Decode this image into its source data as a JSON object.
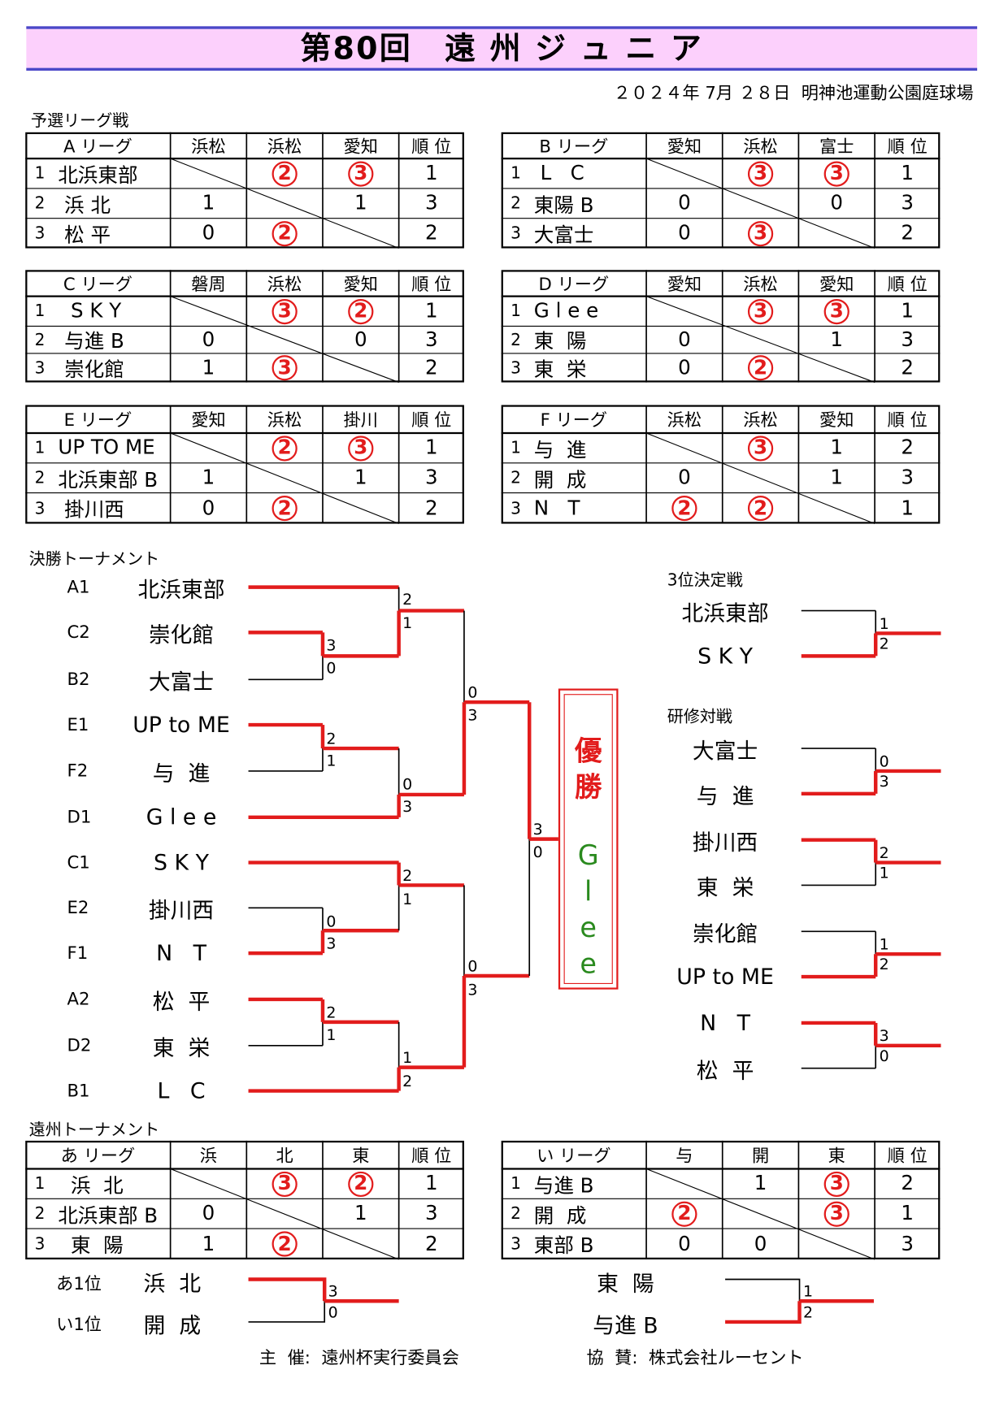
{
  "header": {
    "title": "第80回　遠 州 ジ ュ ニ ア",
    "date_venue": "２０２４年 7月 ２８日  明神池運動公園庭球場",
    "preliminary_label": "予選リーグ戦",
    "final_label": "決勝トーナメント",
    "enshu_label": "遠州トーナメント"
  },
  "leagues": [
    {
      "name": "A リーグ",
      "cols": [
        "浜松",
        "浜松",
        "愛知"
      ],
      "rank_label": "順 位",
      "rows": [
        {
          "no": "1",
          "team": "北浜東部",
          "cells": [
            "",
            "②",
            "③"
          ],
          "rank": "1"
        },
        {
          "no": "2",
          "team": " 浜 北",
          "cells": [
            "1",
            "",
            "1"
          ],
          "rank": "3"
        },
        {
          "no": "3",
          "team": " 松 平",
          "cells": [
            "0",
            "②",
            ""
          ],
          "rank": "2"
        }
      ]
    },
    {
      "name": "B リーグ",
      "cols": [
        "愛知",
        "浜松",
        "富士"
      ],
      "rank_label": "順 位",
      "rows": [
        {
          "no": "1",
          "team": " L   C",
          "cells": [
            "",
            "③",
            "③"
          ],
          "rank": "1"
        },
        {
          "no": "2",
          "team": "東陽 B",
          "cells": [
            "0",
            "",
            "0"
          ],
          "rank": "3"
        },
        {
          "no": "3",
          "team": "大富士",
          "cells": [
            "0",
            "③",
            ""
          ],
          "rank": "2"
        }
      ]
    },
    {
      "name": "C リーグ",
      "cols": [
        "磐周",
        "浜松",
        "愛知"
      ],
      "rank_label": "順 位",
      "rows": [
        {
          "no": "1",
          "team": "  S K Y",
          "cells": [
            "",
            "③",
            "②"
          ],
          "rank": "1"
        },
        {
          "no": "2",
          "team": " 与進 B",
          "cells": [
            "0",
            "",
            "0"
          ],
          "rank": "3"
        },
        {
          "no": "3",
          "team": " 崇化館",
          "cells": [
            "1",
            "③",
            ""
          ],
          "rank": "2"
        }
      ]
    },
    {
      "name": "D リーグ",
      "cols": [
        "愛知",
        "浜松",
        "愛知"
      ],
      "rank_label": "順 位",
      "rows": [
        {
          "no": "1",
          "team": "G l e e",
          "cells": [
            "",
            "③",
            "③"
          ],
          "rank": "1"
        },
        {
          "no": "2",
          "team": "東  陽",
          "cells": [
            "0",
            "",
            "1"
          ],
          "rank": "3"
        },
        {
          "no": "3",
          "team": "東  栄",
          "cells": [
            "0",
            "②",
            ""
          ],
          "rank": "2"
        }
      ]
    },
    {
      "name": "E リーグ",
      "cols": [
        "愛知",
        "浜松",
        "掛川"
      ],
      "rank_label": "順 位",
      "rows": [
        {
          "no": "1",
          "team": "UP TO ME",
          "cells": [
            "",
            "②",
            "③"
          ],
          "rank": "1"
        },
        {
          "no": "2",
          "team": "北浜東部 B",
          "cells": [
            "1",
            "",
            "1"
          ],
          "rank": "3"
        },
        {
          "no": "3",
          "team": " 掛川西",
          "cells": [
            "0",
            "②",
            ""
          ],
          "rank": "2"
        }
      ]
    },
    {
      "name": "F リーグ",
      "cols": [
        "浜松",
        "浜松",
        "愛知"
      ],
      "rank_label": "順 位",
      "rows": [
        {
          "no": "1",
          "team": "与  進",
          "cells": [
            "",
            "③",
            "1"
          ],
          "rank": "2"
        },
        {
          "no": "2",
          "team": "開  成",
          "cells": [
            "0",
            "",
            "1"
          ],
          "rank": "3"
        },
        {
          "no": "3",
          "team": "N   T",
          "cells": [
            "②",
            "②",
            ""
          ],
          "rank": "1"
        }
      ]
    },
    {
      "name": "あ リーグ",
      "cols": [
        "浜",
        "北",
        "東"
      ],
      "rank_label": "順 位",
      "rows": [
        {
          "no": "1",
          "team": "  浜  北",
          "cells": [
            "",
            "③",
            "②"
          ],
          "rank": "1"
        },
        {
          "no": "2",
          "team": "北浜東部 B",
          "cells": [
            "0",
            "",
            "1"
          ],
          "rank": "3"
        },
        {
          "no": "3",
          "team": "  東  陽",
          "cells": [
            "1",
            "②",
            ""
          ],
          "rank": "2"
        }
      ]
    },
    {
      "name": "い リーグ",
      "cols": [
        "与",
        "開",
        "東"
      ],
      "rank_label": "順 位",
      "rows": [
        {
          "no": "1",
          "team": "与進 B",
          "cells": [
            "",
            "1",
            "③"
          ],
          "rank": "2"
        },
        {
          "no": "2",
          "team": "開  成",
          "cells": [
            "②",
            "",
            "③"
          ],
          "rank": "1"
        },
        {
          "no": "3",
          "team": "東部 B",
          "cells": [
            "0",
            "0",
            ""
          ],
          "rank": "3"
        }
      ]
    }
  ],
  "bracket": {
    "entries": [
      {
        "seed": "A1",
        "team": "北浜東部"
      },
      {
        "seed": "C2",
        "team": "崇化館"
      },
      {
        "seed": "B2",
        "team": "大富士"
      },
      {
        "seed": "E1",
        "team": "UP to ME"
      },
      {
        "seed": "F2",
        "team": "与  進"
      },
      {
        "seed": "D1",
        "team": "G l e e"
      },
      {
        "seed": "C1",
        "team": "S K Y"
      },
      {
        "seed": "E2",
        "team": "掛川西"
      },
      {
        "seed": "F1",
        "team": "N   T"
      },
      {
        "seed": "A2",
        "team": "松  平"
      },
      {
        "seed": "D2",
        "team": "東  栄"
      },
      {
        "seed": "B1",
        "team": "L   C"
      }
    ],
    "scores": {
      "r1a": [
        "3",
        "0"
      ],
      "r2a": [
        "2",
        "1"
      ],
      "r1b": [
        "2",
        "1"
      ],
      "r2b": [
        "0",
        "3"
      ],
      "sf1": [
        "0",
        "3"
      ],
      "r1c": [
        "0",
        "3"
      ],
      "r2c": [
        "2",
        "1"
      ],
      "r1d": [
        "2",
        "1"
      ],
      "r2d": [
        "1",
        "2"
      ],
      "sf2": [
        "0",
        "3"
      ],
      "final": [
        "3",
        "0"
      ]
    },
    "champion_label": "優勝",
    "champion_team": [
      "G",
      "l",
      "e",
      "e"
    ]
  },
  "side": {
    "third_label": "3位決定戦",
    "third": {
      "top": "北浜東部",
      "bottom": "S K Y",
      "scores": [
        "1",
        "2"
      ]
    },
    "training_label": "研修対戦",
    "training": [
      {
        "top": "大富士",
        "bottom": "与  進",
        "scores": [
          "0",
          "3"
        ]
      },
      {
        "top": "掛川西",
        "bottom": "東  栄",
        "scores": [
          "2",
          "1"
        ]
      },
      {
        "top": "崇化館",
        "bottom": "UP to ME",
        "scores": [
          "1",
          "2"
        ]
      },
      {
        "top": "N   T",
        "bottom": "松  平",
        "scores": [
          "3",
          "0"
        ]
      }
    ]
  },
  "enshu_final": {
    "left": {
      "seed_top": "あ1位",
      "team_top": "浜  北",
      "seed_bottom": "い1位",
      "team_bottom": "開  成",
      "scores": [
        "3",
        "0"
      ]
    },
    "right": {
      "team_top": "東  陽",
      "team_bottom": "与進 B",
      "scores": [
        "1",
        "2"
      ]
    }
  },
  "footer": {
    "organizer": "主  催:  遠州杯実行委員会",
    "sponsor": "協  賛:  株式会社ルーセント"
  },
  "colors": {
    "title_bg": "#fcd0fc",
    "title_border": "#4a48c8",
    "win_line": "#e21c1c",
    "champion_team": "#2a8a1e"
  }
}
